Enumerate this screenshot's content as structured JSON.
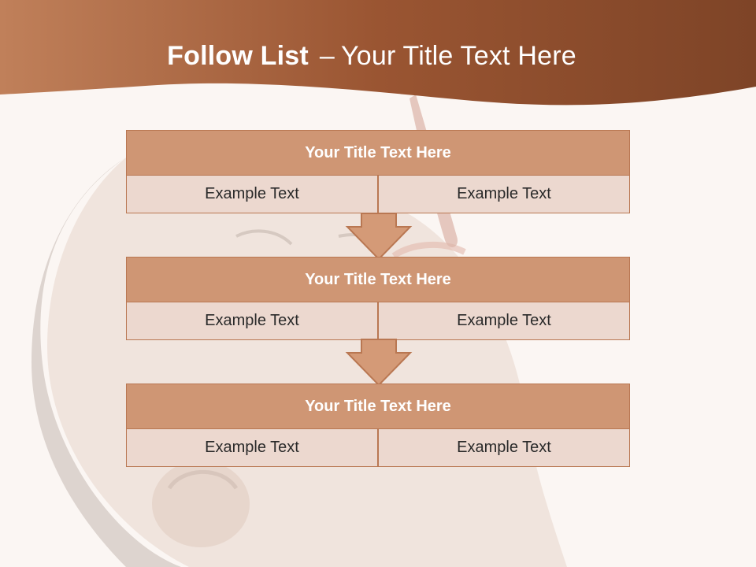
{
  "slide": {
    "title_bold": "Follow List",
    "title_separator": "–",
    "title_rest": "Your Title Text Here"
  },
  "colors": {
    "header_brown": "#a8603a",
    "box_title": "#cf9674",
    "box_cell": "#ecd8cf",
    "border": "#b97752",
    "background": "#fbf6f3"
  },
  "blocks": [
    {
      "title": "Your Title Text Here",
      "left_text": "Example Text",
      "right_text": "Example Text"
    },
    {
      "title": "Your Title Text Here",
      "left_text": "Example Text",
      "right_text": "Example Text"
    },
    {
      "title": "Your Title Text Here",
      "left_text": "Example Text",
      "right_text": "Example Text"
    }
  ],
  "icons": {
    "arrows": "down-arrow-icon"
  }
}
